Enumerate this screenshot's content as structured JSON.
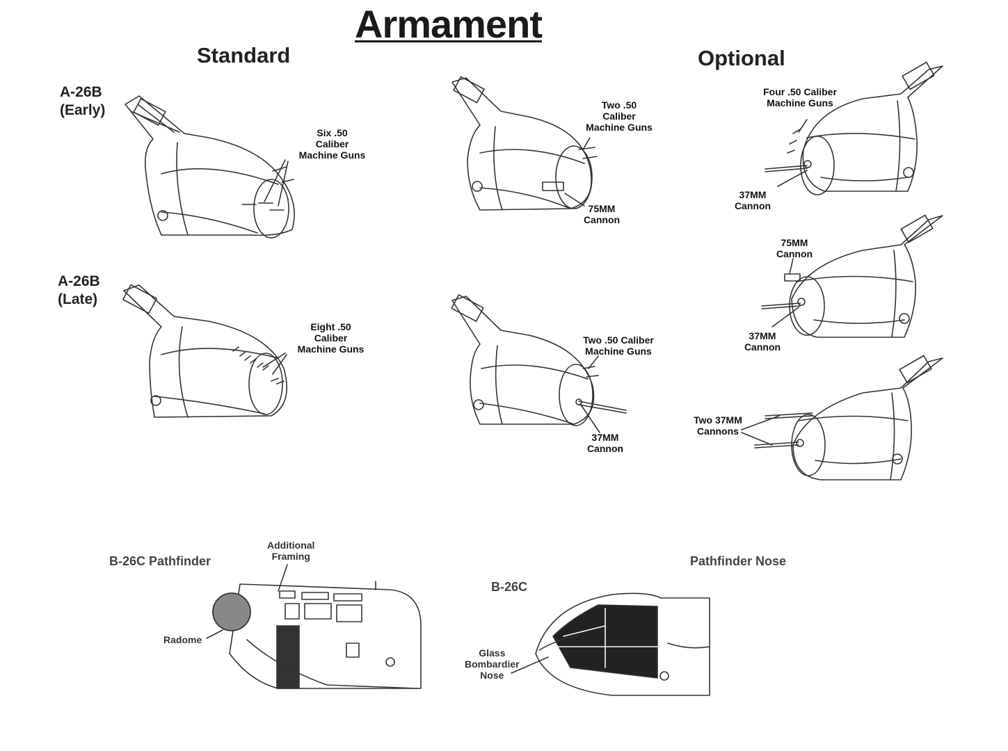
{
  "title": "Armament",
  "headers": {
    "standard": "Standard",
    "optional": "Optional"
  },
  "variants": {
    "early": {
      "line1": "A-26B",
      "line2": "(Early)"
    },
    "late": {
      "line1": "A-26B",
      "line2": "(Late)"
    }
  },
  "callouts": {
    "six_guns": "Six .50\nCaliber\nMachine Guns",
    "two_guns_75": "Two .50\nCaliber\nMachine Guns",
    "cannon_75": "75MM\nCannon",
    "four_guns": "Four .50 Caliber\nMachine Guns",
    "cannon_37_a": "37MM\nCannon",
    "cannon_75_opt": "75MM\nCannon",
    "cannon_37_b": "37MM\nCannon",
    "eight_guns": "Eight .50\nCaliber\nMachine Guns",
    "two_guns_37": "Two .50 Caliber\nMachine Guns",
    "cannon_37_c": "37MM\nCannon",
    "two_cannons": "Two 37MM\nCannons"
  },
  "bottom": {
    "pathfinder_title": "B-26C Pathfinder",
    "additional_framing": "Additional\nFraming",
    "radome": "Radome",
    "nose_title": "Pathfinder Nose",
    "b26c": "B-26C",
    "glass_nose": "Glass\nBombardier\nNose"
  },
  "colors": {
    "ink": "#333333",
    "background": "#ffffff"
  }
}
